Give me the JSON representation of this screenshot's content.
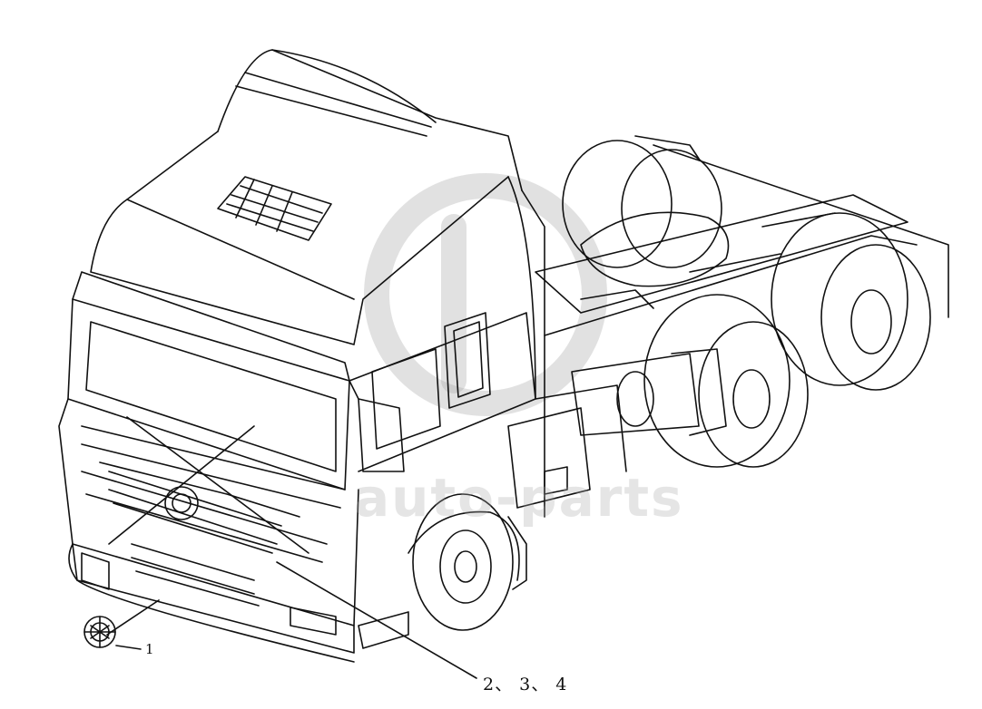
{
  "diagram": {
    "subject": "truck-tractor-line-drawing",
    "callouts": [
      {
        "id": "1",
        "label": "1"
      },
      {
        "id": "2-3-4",
        "label": "2、 3、 4"
      }
    ]
  },
  "watermark": {
    "text": "auto-parts",
    "color": "#aaaaaa"
  }
}
